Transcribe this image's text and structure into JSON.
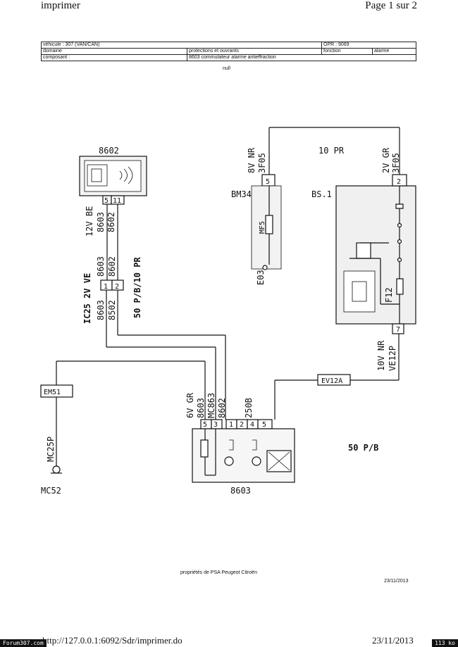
{
  "header": {
    "left": "imprimer",
    "right": "Page 1 sur 2"
  },
  "info_table": {
    "vehicule": "véhicule : 307 (VAN/CAN)",
    "opr": "OPR : 9069",
    "domaine_label": "domaine",
    "domaine_value": "protections et ouvrants",
    "fonction_label": "fonction",
    "fonction_value": "alarme",
    "composant_label": "composant :",
    "composant_value": "8603 commutateur alarme antieffraction",
    "null": "null"
  },
  "diagram": {
    "labels": {
      "c8602": "8602",
      "pin5": "5",
      "pin11": "11",
      "w1": "12V BE",
      "w1a": "8603",
      "w1b": "8602",
      "conn_v1": "8603",
      "conn_v2": "8602",
      "conn_ic25": "IC25 2V VE",
      "conn_pr": "50 P/B/10 PR",
      "conn_pin1": "1",
      "conn_pin2": "2",
      "conn_b1": "8603",
      "conn_b2": "8502",
      "bm_top1": "8V NR",
      "bm_top2": "3F05",
      "bm_pin": "5",
      "bm_name": "BM34",
      "bm_mf": "MF5",
      "bm_e": "E03",
      "top_wire": "10 PR",
      "bs_top1": "2V GR",
      "bs_top2": "3F05",
      "bs_pin2": "2",
      "bs_name": "BS.1",
      "bs_f": "F12",
      "bs_pin7": "7",
      "bs_bot1": "10V NR",
      "bs_bot2": "VE12P",
      "ev": "EV12A",
      "em": "EM51",
      "mc25p": "MC25P",
      "mc52": "MC52",
      "sw_top1": "6V GR",
      "sw_top2": "8603",
      "sw_top3": "MC863",
      "sw_top4": "8602",
      "sw_top5": "250B",
      "sw_pins": [
        "5",
        "3",
        "1",
        "2",
        "4",
        "5"
      ],
      "sw_name": "8603",
      "p_b": "50 P/B"
    }
  },
  "footer": {
    "property": "propriétés de PSA Peugeot Citroën",
    "date_small": "23/11/2013",
    "url": "http://127.0.0.1:6092/Sdr/imprimer.do",
    "date": "23/11/2013",
    "badge_left": "Forum307.com",
    "badge_right": "113 ko"
  }
}
